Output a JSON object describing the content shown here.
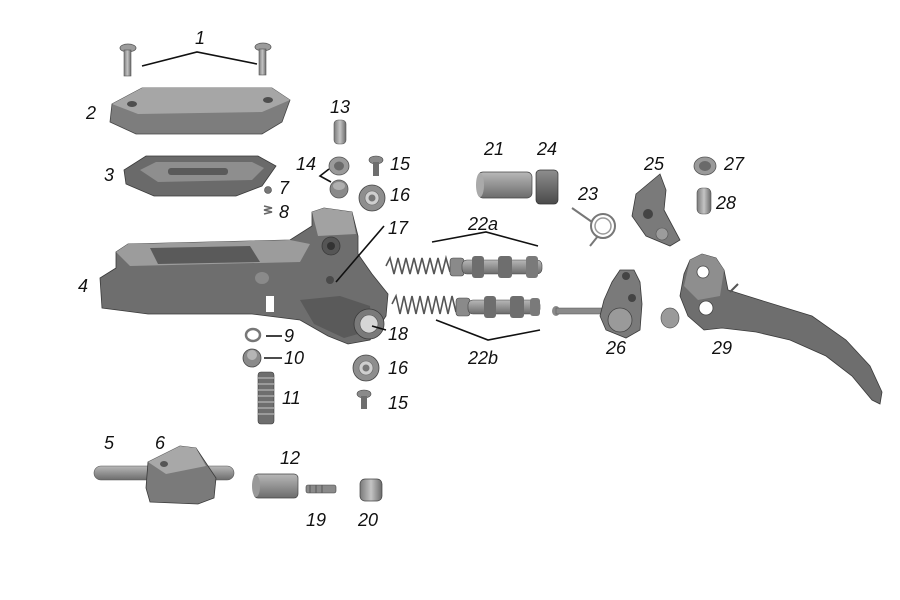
{
  "labels": {
    "p1": "1",
    "p2": "2",
    "p3": "3",
    "p4": "4",
    "p5": "5",
    "p6": "6",
    "p7": "7",
    "p8": "8",
    "p9": "9",
    "p10": "10",
    "p11": "11",
    "p12": "12",
    "p13": "13",
    "p14": "14",
    "p15a": "15",
    "p15b": "15",
    "p16a": "16",
    "p16b": "16",
    "p17": "17",
    "p18": "18",
    "p19": "19",
    "p20": "20",
    "p21": "21",
    "p22a": "22a",
    "p22b": "22b",
    "p23": "23",
    "p24": "24",
    "p25": "25",
    "p26": "26",
    "p27": "27",
    "p28": "28",
    "p29": "29"
  },
  "colors": {
    "part_light": "#a9a9a9",
    "part_mid": "#8a8a8a",
    "part_dark": "#5e5e5e",
    "part_edge": "#3a3a3a",
    "label": "#111111",
    "background": "#ffffff"
  }
}
